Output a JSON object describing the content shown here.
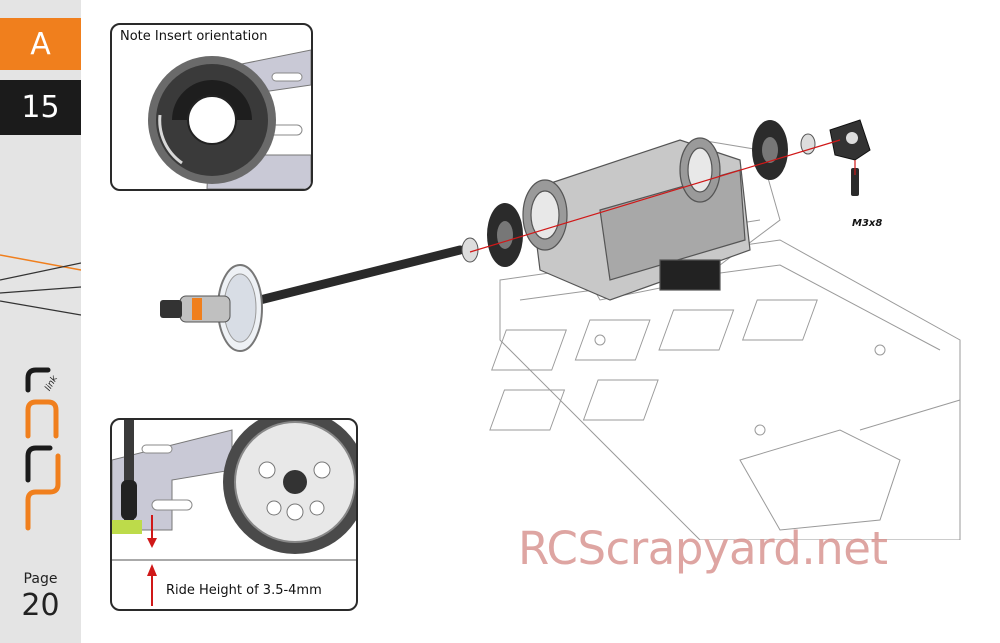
{
  "sidebar": {
    "section": "A",
    "step": "15",
    "page_label": "Page",
    "page_number": "20",
    "logo": "xray-logo",
    "colors": {
      "section_bg": "#f07f1d",
      "step_bg": "#1b1b1b",
      "sidebar_bg": "#e4e4e4"
    }
  },
  "insets": {
    "top": {
      "caption": "Note Insert orientation"
    },
    "bottom": {
      "caption": "Ride Height of 3.5-4mm"
    }
  },
  "callouts": {
    "screw": "M3x8"
  },
  "watermark": "RCScrapyard.net",
  "colors": {
    "axis_line": "#d01818",
    "arrow": "#d01818",
    "accent_orange": "#f07f1d"
  }
}
